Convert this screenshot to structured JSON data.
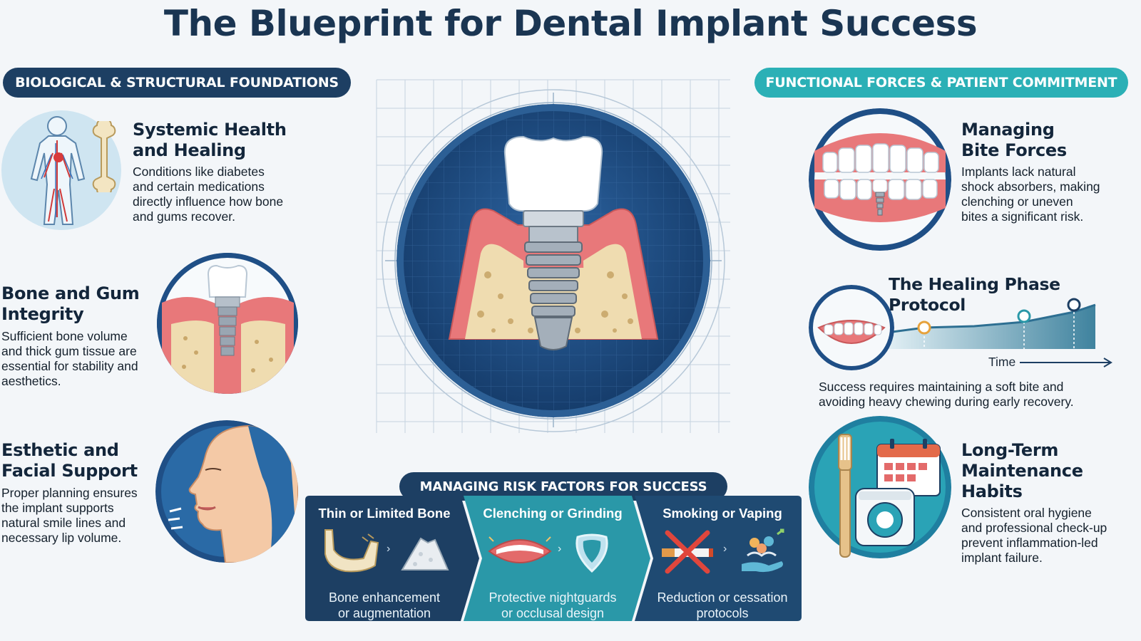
{
  "title": "The Blueprint for Dental Implant Success",
  "sections": {
    "left": "BIOLOGICAL & STRUCTURAL FOUNDATIONS",
    "right": "FUNCTIONAL FORCES & PATIENT COMMITMENT",
    "center": "MANAGING RISK FACTORS FOR SUCCESS"
  },
  "left_items": [
    {
      "title_lines": [
        "Systemic Health",
        "and Healing"
      ],
      "body_lines": [
        "Conditions like diabetes",
        "and certain medications",
        "directly influence how bone",
        "and gums recover."
      ]
    },
    {
      "title_lines": [
        "Bone and Gum",
        "Integrity"
      ],
      "body_lines": [
        "Sufficient bone volume",
        "and thick gum tissue are",
        "essential for stability and",
        "aesthetics."
      ]
    },
    {
      "title_lines": [
        "Esthetic and",
        "Facial Support"
      ],
      "body_lines": [
        "Proper planning ensures",
        "the implant supports",
        "natural smile lines and",
        "necessary lip volume."
      ]
    }
  ],
  "right_items": {
    "bite": {
      "title_lines": [
        "Managing",
        "Bite Forces"
      ],
      "body_lines": [
        "Implants lack natural",
        "shock absorbers, making",
        "clenching or uneven",
        "bites a significant risk."
      ]
    },
    "healing": {
      "title": "The Healing Phase Protocol",
      "axis_label": "Time",
      "body_lines": [
        "Success requires maintaining a soft bite and",
        "avoiding heavy chewing during early recovery."
      ]
    },
    "maintenance": {
      "title_lines": [
        "Long-Term",
        "Maintenance",
        "Habits"
      ],
      "body_lines": [
        "Consistent oral hygiene",
        "and professional check-up",
        "prevent inflammation-led",
        "implant failure."
      ]
    }
  },
  "risks": [
    {
      "title": "Thin or Limited Bone",
      "solution_lines": [
        "Bone enhancement",
        "or augmentation"
      ]
    },
    {
      "title": "Clenching or Grinding",
      "solution_lines": [
        "Protective nightguards",
        "or occlusal design"
      ]
    },
    {
      "title": "Smoking or Vaping",
      "solution_lines": [
        "Reduction or cessation",
        "protocols"
      ]
    }
  ],
  "icons": {
    "body": "anatomy-icon",
    "bone": "bone-icon",
    "implant": "implant-icon",
    "face": "face-profile-icon",
    "teeth": "teeth-icon",
    "toothbrush": "toothbrush-icon",
    "calendar": "calendar-icon",
    "floss": "floss-icon",
    "jaw": "jawbone-icon",
    "graft": "bone-graft-icon",
    "mouth": "mouth-icon",
    "nightguard": "nightguard-icon",
    "cigarette": "cigarette-icon",
    "support": "support-hand-icon"
  },
  "colors": {
    "navy": "#1d3f63",
    "teal": "#2bb0b6",
    "gum": "#e8787a",
    "bone": "#efdcb0",
    "blueprint": "#1f4f86"
  }
}
